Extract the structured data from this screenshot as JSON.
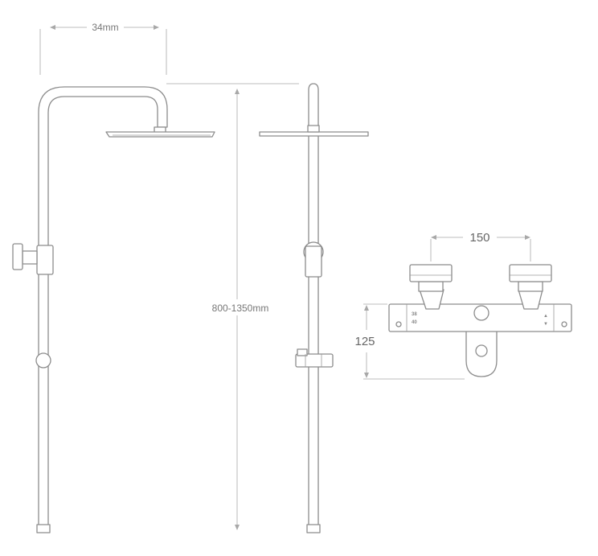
{
  "dimensions": {
    "arm_width": "34mm",
    "height_range": "800-1350mm",
    "inlet_spacing": "150",
    "valve_height": "125"
  }
}
